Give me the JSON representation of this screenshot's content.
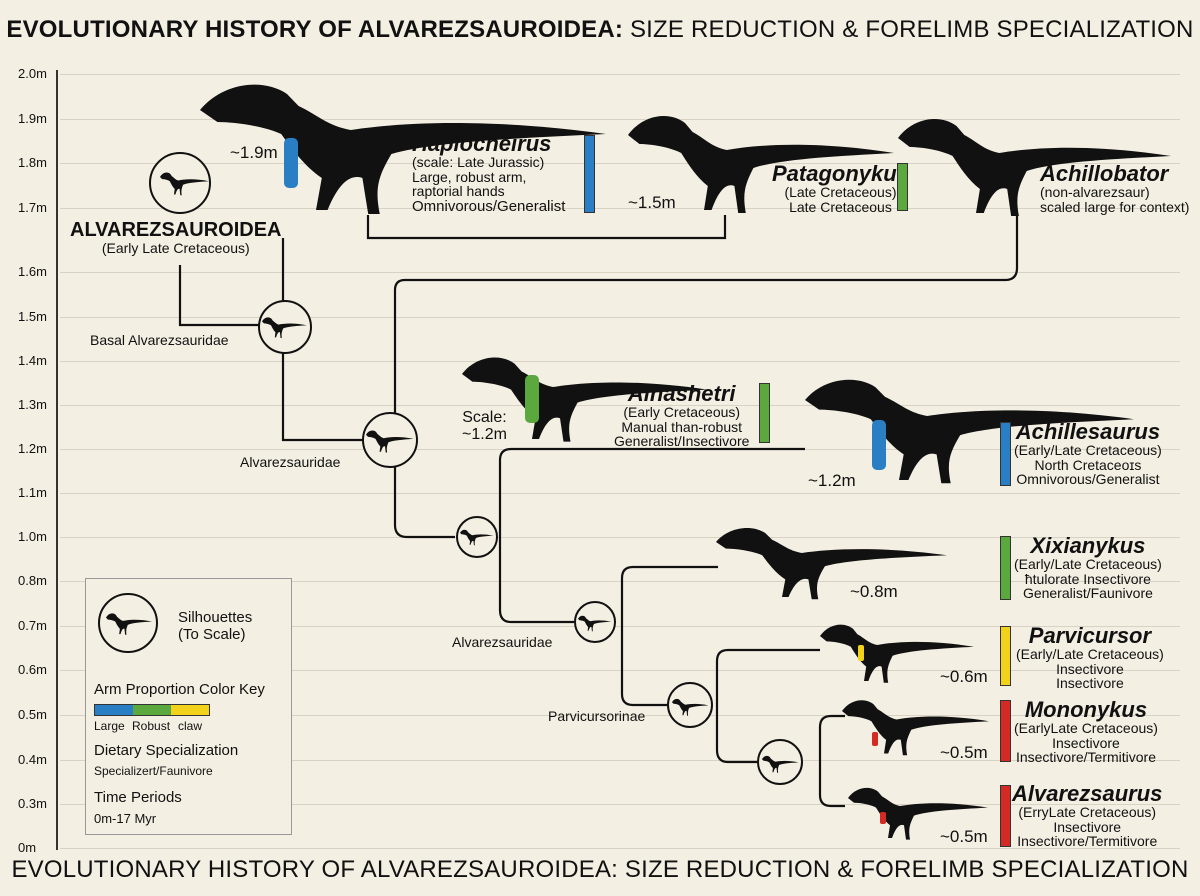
{
  "title": {
    "bold": "EVOLUTIONARY HISTORY OF ALVAREZSAUROIDEA:",
    "rest": " SIZE REDUCTION & FORELIMB SPECIALIZATION"
  },
  "bottom_title": "EVOLUTIONARY HISTORY OF ALVAREZSAUROIDEA: SIZE REDUCTION & FORELIMB SPECIALIZATION",
  "y_axis": {
    "ticks": [
      "2.0m",
      "1.9m",
      "1.8m",
      "1.7m",
      "1.6m",
      "1.5m",
      "1.4m",
      "1.3m",
      "1.2m",
      "1.1m",
      "1.0m",
      "0.8m",
      "0.7m",
      "0.6m",
      "0.5m",
      "0.4m",
      "0.3m",
      "0m"
    ]
  },
  "colors": {
    "large": "#2a7fc4",
    "robust": "#5aa83e",
    "claw": "#f2d21a",
    "reduced": "#d42a24"
  },
  "root": {
    "name": "ALVAREZSAUROIDEA",
    "period": "(Early Late Cretaceous)"
  },
  "nodes": [
    "Basal Alvarezsauridae",
    "Alvarezsauridae",
    "Alvarezsauridae",
    "Parvicursorinae"
  ],
  "taxa": [
    {
      "name": "Haplocheirus",
      "size": "~1.9m",
      "lines": [
        "(scale: Late Jurassic)",
        "Large, robust arm,",
        "raptorial hands",
        "Omnivorous/Generalist"
      ],
      "arm": "large"
    },
    {
      "name": "Patagonykus",
      "size": "~1.5m",
      "lines": [
        "(Late Cretaceous)",
        "Late Cretaceous"
      ],
      "arm": "robust"
    },
    {
      "name": "Achillobator",
      "lines": [
        "(non-alvarezsaur)",
        "scaled large for context)"
      ]
    },
    {
      "name": "Alnashetri",
      "size_label": "Scale:",
      "size": "~1.2m",
      "lines": [
        "(Early Cretaceous)",
        "Manual than-robust",
        "Generalist/Insectivore"
      ],
      "arm": "robust"
    },
    {
      "name": "Achillesaurus",
      "size": "~1.2m",
      "lines": [
        "(Early/Late Cretaceous)",
        "North Cretaceoɪs",
        "Omnivorous/Generalist"
      ],
      "arm": "large"
    },
    {
      "name": "Xixianykus",
      "size": "~0.8m",
      "lines": [
        "(Early/Late Cretaceous)",
        "ħtulorate Insectivore",
        "Generalist/Faunivore"
      ],
      "arm": "robust"
    },
    {
      "name": "Parvicursor",
      "size": "~0.6m",
      "lines": [
        "(Early/Late Cretaceous)",
        "Insectivore",
        "Insectivore"
      ],
      "arm": "claw"
    },
    {
      "name": "Mononykus",
      "size": "~0.5m",
      "lines": [
        "(EarlyLate Cretaceous)",
        "Insectivore",
        "Insectivore/Termitivore"
      ],
      "arm": "reduced"
    },
    {
      "name": "Alvarezsaurus",
      "size": "~0.5m",
      "lines": [
        "(ErryLate Cretaceous)",
        "Insectivore",
        "Insectivore/Termitivore"
      ],
      "arm": "reduced"
    }
  ],
  "legend": {
    "silhouettes": "Silhouettes",
    "to_scale": "(To Scale)",
    "arm_key": "Arm Proportion Color Key",
    "arm_labels": [
      "Large",
      "Robust",
      "claw"
    ],
    "diet": "Dietary Specialization",
    "diet_value": "Specializert/Faunivore",
    "time": "Time Periods",
    "time_value": "0m-17 Myr"
  }
}
